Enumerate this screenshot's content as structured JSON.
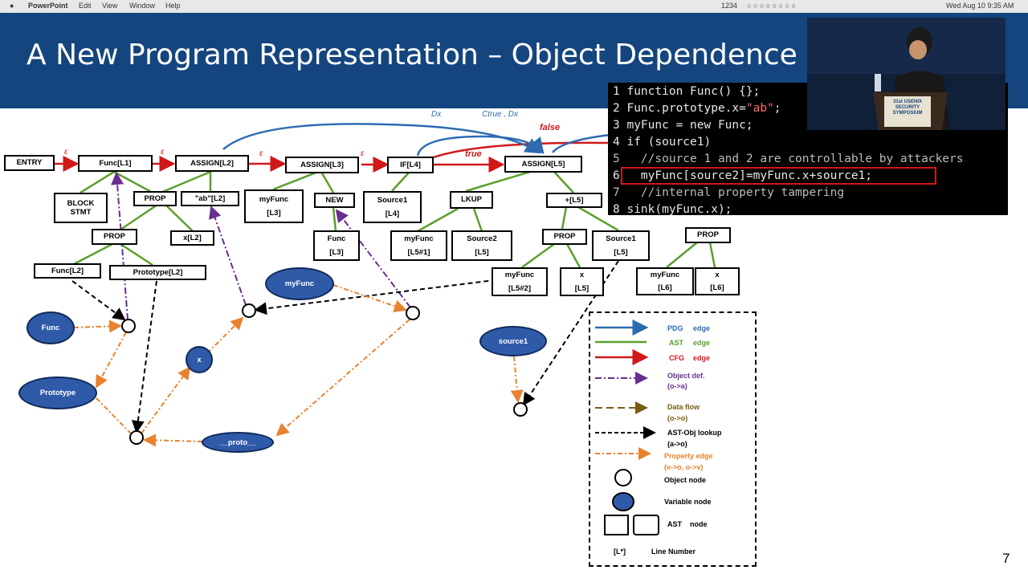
{
  "menubar": {
    "apple": "",
    "app": "PowerPoint",
    "items": [
      "Edit",
      "View",
      "Window",
      "Help"
    ],
    "status": "1234",
    "datetime": "Wed Aug 10  9:35 AM"
  },
  "slide": {
    "title": "A New Program Representation – Object Dependence Gr",
    "number": "7"
  },
  "nodes": {
    "entry": "ENTRY",
    "func_l1": "Func[L1]",
    "assign_l2": "ASSIGN[L2]",
    "assign_l3": "ASSIGN[L3]",
    "if_l4": "IF[L4]",
    "assign_l5": "ASSIGN[L5]",
    "block": "BLOCK",
    "stmt": "STMT",
    "prop": "PROP",
    "ab_l2": "\"ab\"[L2]",
    "myfunc": "myFunc",
    "l3": "[L3]",
    "new": "NEW",
    "source1": "Source1",
    "l4": "[L4]",
    "lkup": "LKUP",
    "plus_l5": "+[L5]",
    "prop2": "PROP",
    "x_l2": "x[L2]",
    "func": "Func",
    "func_l3": "[L3]",
    "myfunc_l5": "myFunc",
    "l5_1": "[L5#1]",
    "source2": "Source2",
    "l5": "[L5]",
    "prop3": "PROP",
    "source1b": "Source1",
    "l5b": "[L5]",
    "prop4": "PROP",
    "func_l2": "Func[L2]",
    "prototype_l2": "Prototype[L2]",
    "myfunc_l5b": "myFunc",
    "l5_2": "[L5#2]",
    "x": "x",
    "l5c": "[L5]",
    "myfunc_l6": "myFunc",
    "l6": "[L6]",
    "x_l6": "x",
    "l6b": "[L6]"
  },
  "variables": {
    "func": "Func",
    "prototype": "Prototype",
    "myfunc": "myFunc",
    "x": "x",
    "proto": "__proto__",
    "source1": "source1"
  },
  "edge_labels": {
    "epsilon": "ε",
    "dx": "Dx",
    "ctrue_dx": "Ctrue , Dx",
    "false": "false",
    "true": "true"
  },
  "code": [
    {
      "n": "1",
      "text": "function Func() {};"
    },
    {
      "n": "2",
      "pre": "Func.prototype.x=",
      "str": "\"ab\"",
      "post": ";"
    },
    {
      "n": "3",
      "text": "myFunc = new Func;"
    },
    {
      "n": "4",
      "text": "if (source1)"
    },
    {
      "n": "5",
      "text": "  //source 1 and 2 are controllable by attackers"
    },
    {
      "n": "6",
      "text": "  myFunc[source2]=myFunc.x+source1;"
    },
    {
      "n": "7",
      "text": "  //internal property tampering"
    },
    {
      "n": "8",
      "text": "sink(myFunc.x);"
    }
  ],
  "legend": {
    "pdg": "PDG",
    "ast": "AST",
    "cfg": "CFG",
    "edge": "edge",
    "objdef": "Object def.",
    "objdef_sub": "(o->a)",
    "dataflow": "Data flow",
    "dataflow_sub": "(o->o)",
    "astobj": "AST-Obj lookup",
    "astobj_sub": "(a->o)",
    "propedge": "Property edge",
    "propedge_sub": "(v->o, o->v)",
    "objnode": "Object node",
    "varnode": "Variable node",
    "astnode": "AST",
    "astnode2": "node",
    "linenum_sym": "[L*]",
    "linenum": "Line Number"
  },
  "colors": {
    "title_bg": "#14457e",
    "pdg": "#2e6bb0",
    "ast": "#5aa02c",
    "cfg": "#d01818",
    "objdef": "#6a2d91",
    "dataflow": "#7a5c12",
    "prop_edge": "#e8822e",
    "variable": "#2f5aa8"
  },
  "video": {
    "podium": "31st USENIX SECURITY SYMPOSIUM"
  }
}
